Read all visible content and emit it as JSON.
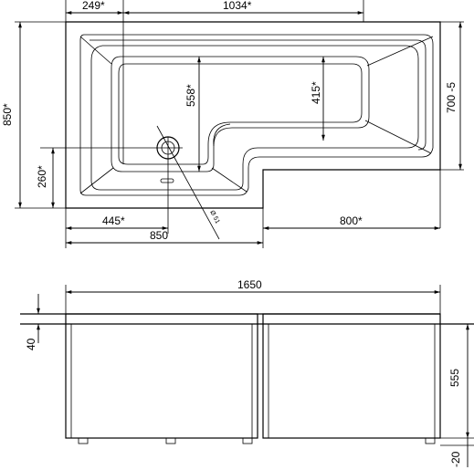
{
  "top_view": {
    "dims": {
      "w_249": "249*",
      "w_1034": "1034*",
      "h_850": "850*",
      "h_558": "558*",
      "h_415": "415*",
      "h_700": "700 -5",
      "h_260": "260*",
      "w_445": "445*",
      "w_800": "800*",
      "w_850": "850",
      "drain_diameter": "Ø 51"
    }
  },
  "front_view": {
    "dims": {
      "w_1650": "1650",
      "h_40": "40",
      "h_555": "555",
      "h_20": "-20"
    }
  }
}
